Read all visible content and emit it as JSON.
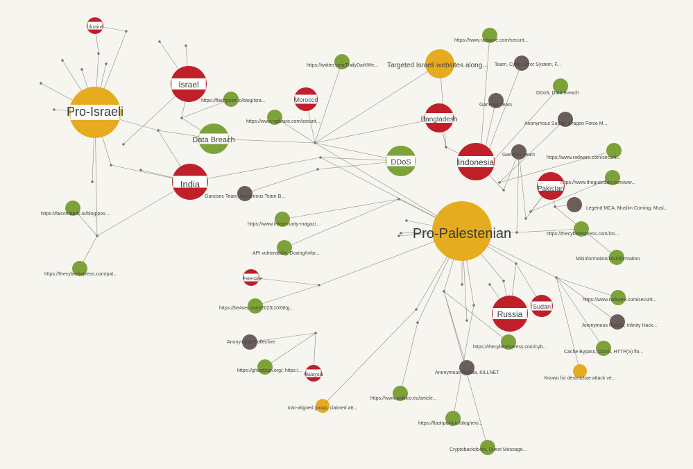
{
  "colors": {
    "country": "#c0202a",
    "faction": "#e6ac1f",
    "topic": "#7ea23a",
    "group": "#6a5d5a",
    "edge": "#8a8a8a",
    "background": "#f7f5ef"
  },
  "nodes": [
    {
      "id": "pro_israeli",
      "label": "Pro-Israeli",
      "kind": "faction"
    },
    {
      "id": "pro_palestenian",
      "label": "Pro-Palestenian",
      "kind": "faction"
    },
    {
      "id": "targeted_israeli",
      "label": "Targeted Israeli websites along...",
      "kind": "faction"
    },
    {
      "id": "iran_aligned",
      "label": "Iran-aligned group, claimed att...",
      "kind": "faction"
    },
    {
      "id": "known_destructive",
      "label": "Known for destructive attack ve...",
      "kind": "faction"
    },
    {
      "id": "ukraine",
      "label": "Ukraine",
      "kind": "country"
    },
    {
      "id": "israel",
      "label": "Israel",
      "kind": "country"
    },
    {
      "id": "india",
      "label": "India",
      "kind": "country"
    },
    {
      "id": "morocco",
      "label": "Morocco",
      "kind": "country"
    },
    {
      "id": "bangladesh",
      "label": "Bangladesh",
      "kind": "country"
    },
    {
      "id": "indonesia",
      "label": "Indonesia",
      "kind": "country"
    },
    {
      "id": "pakistan",
      "label": "Pakistan",
      "kind": "country"
    },
    {
      "id": "russia",
      "label": "Russia",
      "kind": "country"
    },
    {
      "id": "sudan",
      "label": "Sudan",
      "kind": "country"
    },
    {
      "id": "palestine",
      "label": "Palestine",
      "kind": "country"
    },
    {
      "id": "malaysia",
      "label": "Malaysia",
      "kind": "country"
    },
    {
      "id": "data_breach",
      "label": "Data Breach",
      "kind": "topic"
    },
    {
      "id": "ddos",
      "label": "DDoS",
      "kind": "topic"
    },
    {
      "id": "u_flashpoint_isra",
      "label": "https://flashpoint.io/blog/isra...",
      "kind": "topic"
    },
    {
      "id": "u_radware_1",
      "label": "https://www.radware.com/securit...",
      "kind": "topic"
    },
    {
      "id": "u_twitter",
      "label": "https://twitter.com/DailyDarkWe...",
      "kind": "topic"
    },
    {
      "id": "u_radware_top",
      "label": "https://www.radware.com/securit...",
      "kind": "topic"
    },
    {
      "id": "ddos_breach",
      "label": "DDoS, Data Breach",
      "kind": "topic"
    },
    {
      "id": "u_radware_right",
      "label": "https://www.radware.com/securit...",
      "kind": "topic"
    },
    {
      "id": "u_guardian",
      "label": "https://www.theguardian.com/wor...",
      "kind": "topic"
    },
    {
      "id": "u_cyberexpress_ins",
      "label": "https://thecyberexpress.com/ins...",
      "kind": "topic"
    },
    {
      "id": "misinfo",
      "label": "Misinformation/Disinformation",
      "kind": "topic"
    },
    {
      "id": "u_radware_low",
      "label": "https://www.radware.com/securit...",
      "kind": "topic"
    },
    {
      "id": "cache_bypass",
      "label": "Cache Bypass, DDoS, HTTP(S) flo...",
      "kind": "topic"
    },
    {
      "id": "u_falcon",
      "label": "https://falconfeeds.io/blog/pos...",
      "kind": "topic"
    },
    {
      "id": "u_cyberexpress_pat",
      "label": "https://thecyberexpress.com/pat...",
      "kind": "topic"
    },
    {
      "id": "u_infosecurity",
      "label": "https://www.infosecurity-magazi...",
      "kind": "topic"
    },
    {
      "id": "api_vuln",
      "label": "API vulnerability, Doxing/Infor...",
      "kind": "topic"
    },
    {
      "id": "u_be4sec",
      "label": "https://be4sec.com/2023/10/08/g...",
      "kind": "topic"
    },
    {
      "id": "u_ghostclan",
      "label": "https://ghostclan.org/; https:/...",
      "kind": "topic"
    },
    {
      "id": "u_politico",
      "label": "https://www.politico.eu/article...",
      "kind": "topic"
    },
    {
      "id": "u_flashpoint_rev",
      "label": "https://flashpoint.io/blog/revi...",
      "kind": "topic"
    },
    {
      "id": "cryptobackdoors",
      "label": "Cryptobackdoors, Direct Message...",
      "kind": "topic"
    },
    {
      "id": "u_cyberexpress_cyb",
      "label": "https://thecyberexpress.com/cyb...",
      "kind": "topic"
    },
    {
      "id": "g_team_cyber",
      "label": "Team, Cyber Error System, F...",
      "kind": "group"
    },
    {
      "id": "g_gamesia",
      "label": "Gamesia Team",
      "kind": "group"
    },
    {
      "id": "g_anon_sudan",
      "label": "Anonymous Sudan, Dragon Force M...",
      "kind": "group"
    },
    {
      "id": "g_ganosec",
      "label": "Ganosec Team",
      "kind": "group"
    },
    {
      "id": "g_ganosec_myst",
      "label": "Ganosec Team, Mysterious Team B...",
      "kind": "group"
    },
    {
      "id": "g_legend",
      "label": "Legend MCA, Muslim Coming, Musl...",
      "kind": "group"
    },
    {
      "id": "g_anon_russia_inf",
      "label": "Anonymous Russia, Infinity Hack...",
      "kind": "group"
    },
    {
      "id": "g_anon_collective",
      "label": "Anonymous Collective",
      "kind": "group"
    },
    {
      "id": "g_anon_russia_kill",
      "label": "Anonymous Russia, KILLNET",
      "kind": "group"
    }
  ]
}
